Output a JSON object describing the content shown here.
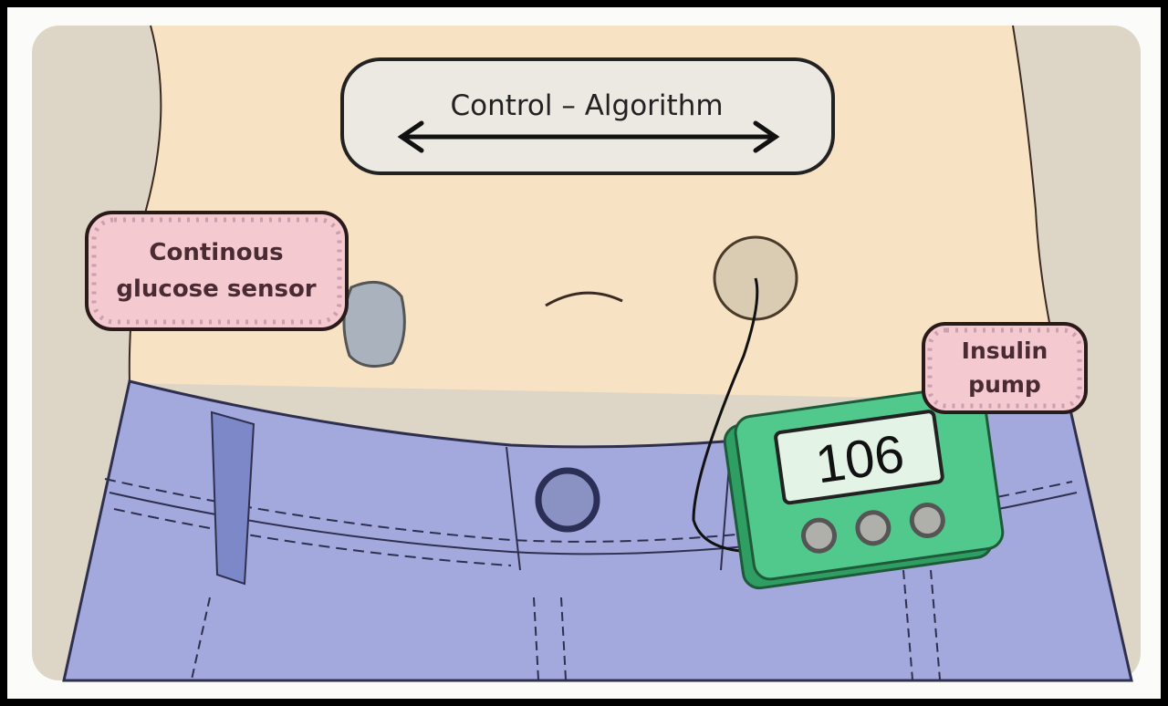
{
  "title": "Control – Algorithm",
  "labels": {
    "sensor_line1": "Continous",
    "sensor_line2": "glucose sensor",
    "pump_line1": "Insulin",
    "pump_line2": "pump"
  },
  "pump_display": "106",
  "colors": {
    "skin": "#f8e2c4",
    "jeans": "#a3a9dc",
    "pump": "#4fc98a",
    "label_fill": "#f5c9d0",
    "background": "#ddd5c6"
  }
}
